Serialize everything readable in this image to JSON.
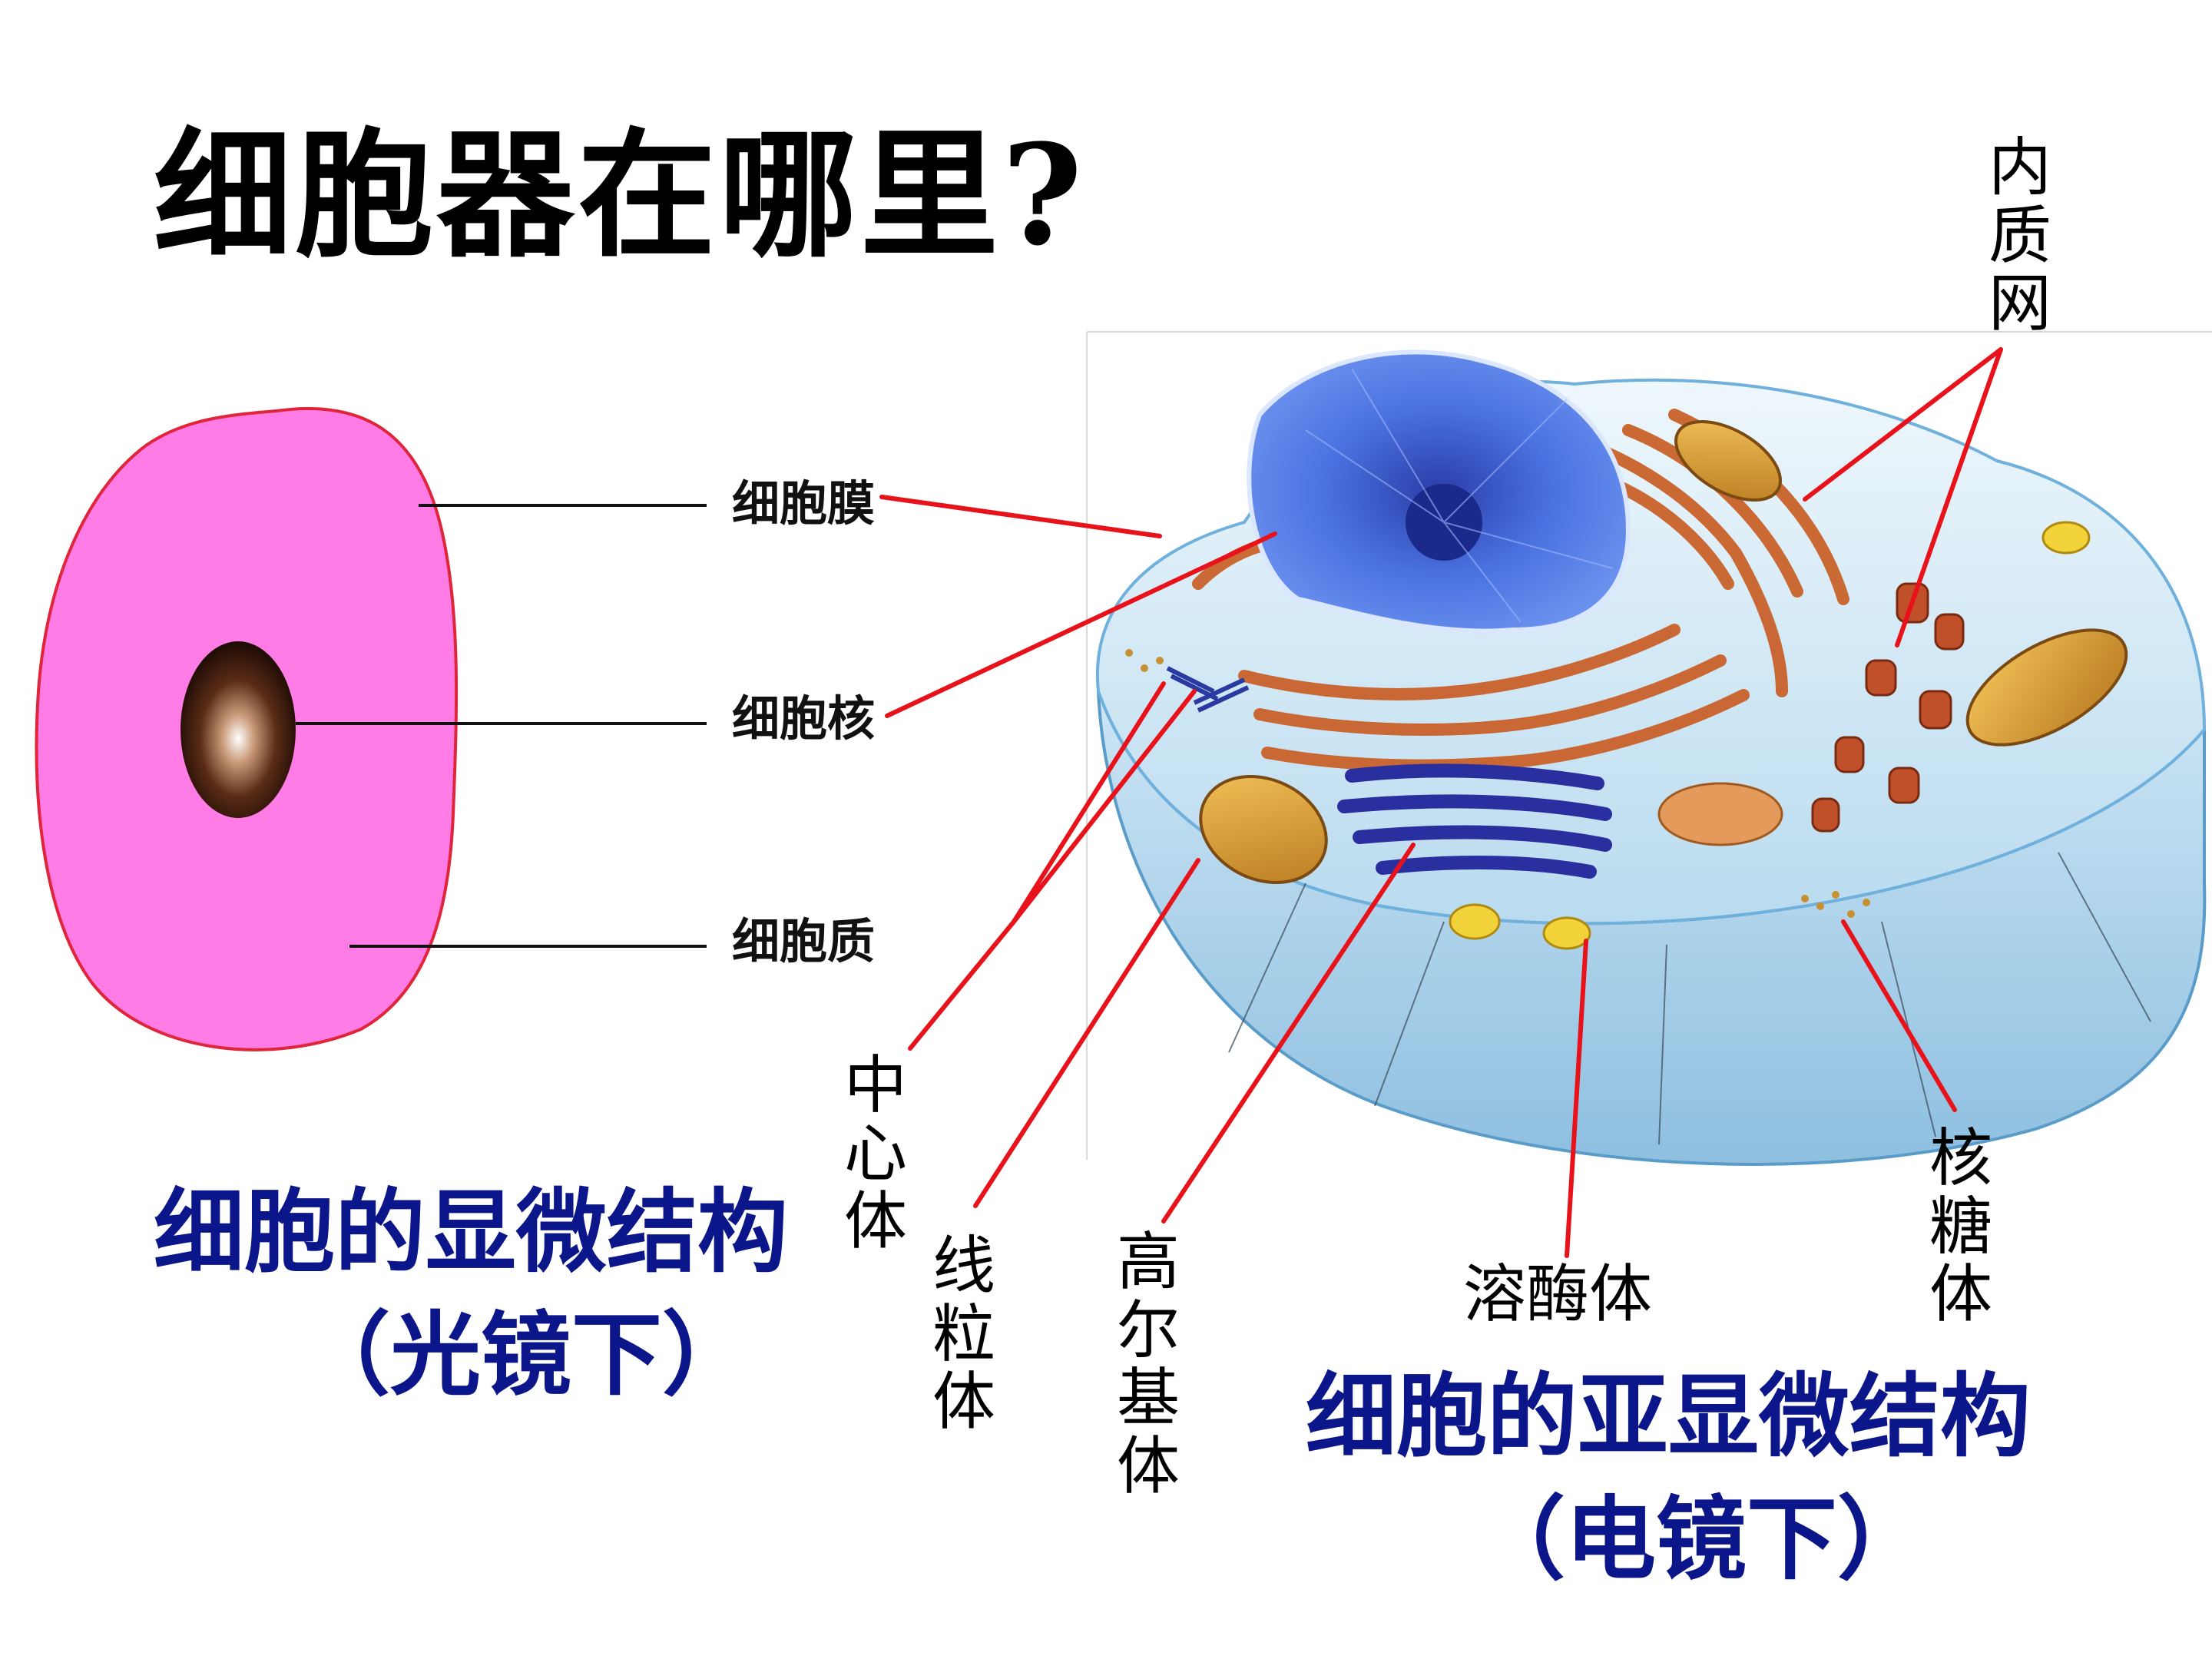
{
  "title": "细胞器在哪里?",
  "light_microscope": {
    "labels": {
      "membrane": "细胞膜",
      "nucleus": "细胞核",
      "cytoplasm": "细胞质"
    },
    "caption": "细胞的显微结构",
    "subcaption": "（光镜下）"
  },
  "electron_microscope": {
    "labels": {
      "er": "内质网",
      "centrosome": "中心体",
      "mitochondrion": "线粒体",
      "golgi": "高尔基体",
      "lysosome": "溶酶体",
      "ribosome": "核糖体"
    },
    "caption": "细胞的亚显微结构",
    "subcaption": "（电镜下）"
  },
  "colors": {
    "cell_fill": "#ff7be5",
    "cell_outline": "#e0243a",
    "pointer_red": "#e8121b",
    "caption_blue": "#0b168a",
    "nucleus_blue": "#3a5fd8",
    "er_orange": "#c9622a"
  }
}
